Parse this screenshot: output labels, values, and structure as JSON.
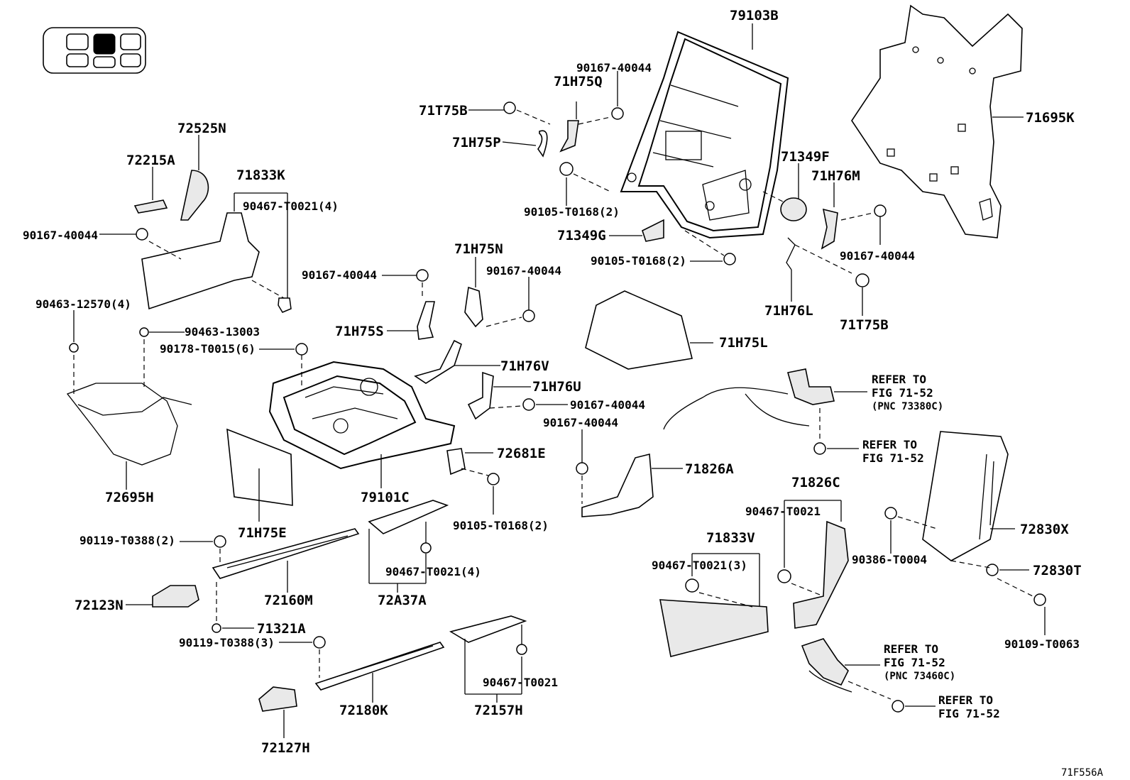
{
  "diagram_id": "71F556A",
  "seat_selector": {
    "cells": 6,
    "selected_index": 1
  },
  "labels": {
    "p79103B": "79103B",
    "p71695K": "71695K",
    "p90167_40044_top": "90167-40044",
    "p71H75Q": "71H75Q",
    "p71T75B_top": "71T75B",
    "p71H75P": "71H75P",
    "p90105_T0168_2_top": "90105-T0168(2)",
    "p71349F": "71349F",
    "p71H76M": "71H76M",
    "p71349G": "71349G",
    "p90105_T0168_2_mid": "90105-T0168(2)",
    "p90167_40044_right": "90167-40044",
    "p71H76L": "71H76L",
    "p71T75B_right": "71T75B",
    "p72525N": "72525N",
    "p72215A": "72215A",
    "p71833K": "71833K",
    "p90467_T0021_4_top": "90467-T0021(4)",
    "p90167_40044_left": "90167-40044",
    "p90463_12570_4": "90463-12570(4)",
    "p90463_13003": "90463-13003",
    "p90178_T0015_6": "90178-T0015(6)",
    "p72695H": "72695H",
    "p71H75N": "71H75N",
    "p90167_40044_c1": "90167-40044",
    "p90167_40044_c2": "90167-40044",
    "p71H75S": "71H75S",
    "p71H76V": "71H76V",
    "p71H76U": "71H76U",
    "p90167_40044_c3": "90167-40044",
    "p90167_40044_c4": "90167-40044",
    "p71H75L": "71H75L",
    "p72681E": "72681E",
    "p79101C": "79101C",
    "p71H75E": "71H75E",
    "p90105_T0168_2_bot": "90105-T0168(2)",
    "p71826A": "71826A",
    "p90119_T0388_2": "90119-T0388(2)",
    "p90467_T0021_4_bot": "90467-T0021(4)",
    "p72123N": "72123N",
    "p72160M": "72160M",
    "p72A37A": "72A37A",
    "p71321A": "71321A",
    "p90119_T0388_3": "90119-T0388(3)",
    "p90467_T0021_bot": "90467-T0021",
    "p72180K": "72180K",
    "p72157H": "72157H",
    "p72127H": "72127H",
    "p71826C": "71826C",
    "p90467_T0021_right": "90467-T0021",
    "p71833V": "71833V",
    "p90467_T0021_3": "90467-T0021(3)",
    "p90386_T0004": "90386-T0004",
    "p72830X": "72830X",
    "p72830T": "72830T",
    "p90109_T0063": "90109-T0063"
  },
  "refer_blocks": {
    "r1_line1": "REFER TO",
    "r1_line2": "FIG 71-52",
    "r1_line3": "(PNC 73380C)",
    "r2_line1": "REFER TO",
    "r2_line2": "FIG 71-52",
    "r3_line1": "REFER TO",
    "r3_line2": "FIG 71-52",
    "r3_line3": "(PNC 73460C)",
    "r4_line1": "REFER TO",
    "r4_line2": "FIG 71-52"
  }
}
